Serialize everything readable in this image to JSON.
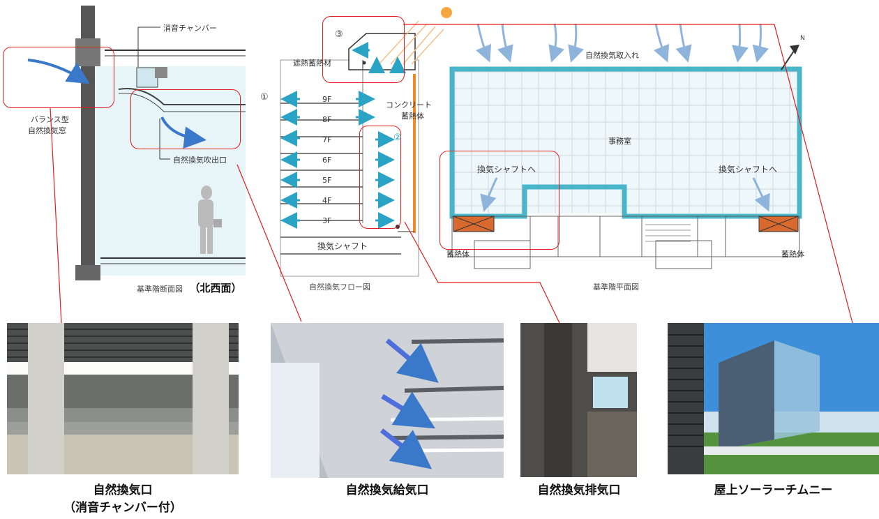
{
  "section": {
    "muffler_chamber": "消音チャンバー",
    "balance_window_1": "バランス型",
    "balance_window_2": "自然換気窓",
    "outlet": "自然換気吹出口",
    "caption_prefix": "基準階断面図",
    "caption_suffix": "（北西面）"
  },
  "flow": {
    "num1": "①",
    "num2": "②",
    "num3": "③",
    "insulation": "遮熱蓄熱材",
    "concrete_1": "コンクリート",
    "concrete_2": "蓄熱体",
    "floors": [
      "9F",
      "8F",
      "7F",
      "6F",
      "5F",
      "4F",
      "3F"
    ],
    "shaft": "換気シャフト",
    "caption": "自然換気フロー図"
  },
  "plan": {
    "intake": "自然換気取入れ",
    "office": "事務室",
    "to_shaft_left": "換気シャフトへ",
    "to_shaft_right": "換気シャフトへ",
    "thermal_left": "蓄熱体",
    "thermal_right": "蓄熱体",
    "caption": "基準階平面図",
    "north": "N"
  },
  "photos": [
    {
      "caption_1": "自然換気口",
      "caption_2": "（消音チャンバー付）"
    },
    {
      "caption_1": "自然換気給気口"
    },
    {
      "caption_1": "自然換気排気口"
    },
    {
      "caption_1": "屋上ソーラーチムニー"
    }
  ],
  "colors": {
    "highlight": "#e31b1b",
    "glass": "#dff1f6",
    "wall_teal": "#48b5c9",
    "arrow_blue": "#3a78c9",
    "shaft_orange": "#f08a24",
    "brick": "#d86a2f"
  }
}
